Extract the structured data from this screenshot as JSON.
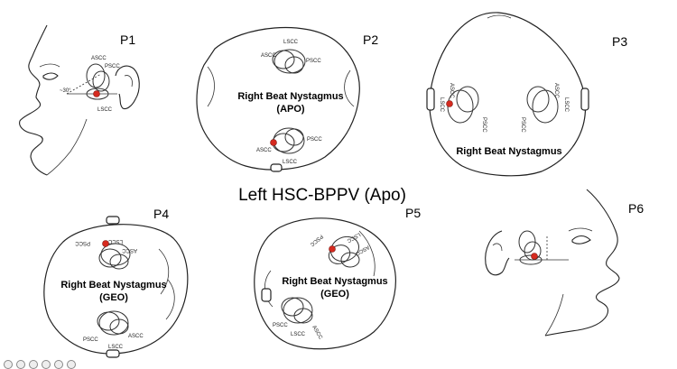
{
  "title": "Left HSC-BPPV (Apo)",
  "panels": {
    "p1": {
      "label": "P1",
      "canals": [
        "ASCC",
        "PSCC",
        "LSCC"
      ],
      "angle": "~30°"
    },
    "p2": {
      "label": "P2",
      "canals": [
        "LSCC",
        "ASCC",
        "PSCC"
      ],
      "nystagmus_line1": "Right Beat Nystagmus",
      "nystagmus_line2": "(APO)"
    },
    "p3": {
      "label": "P3",
      "canals": [
        "ASCC",
        "LSCC",
        "PSCC"
      ],
      "nystagmus": "Right Beat Nystagmus"
    },
    "p4": {
      "label": "P4",
      "canals": [
        "PSCC",
        "LSCC",
        "ASCC"
      ],
      "nystagmus_line1": "Right Beat Nystagmus",
      "nystagmus_line2": "(GEO)"
    },
    "p5": {
      "label": "P5",
      "canals": [
        "PSCC",
        "LSCC",
        "ASCC"
      ],
      "nystagmus_line1": "Right Beat Nystagmus",
      "nystagmus_line2": "(GEO)"
    },
    "p6": {
      "label": "P6"
    }
  },
  "colors": {
    "otolith": "#d62a1f",
    "ink": "#222222"
  }
}
